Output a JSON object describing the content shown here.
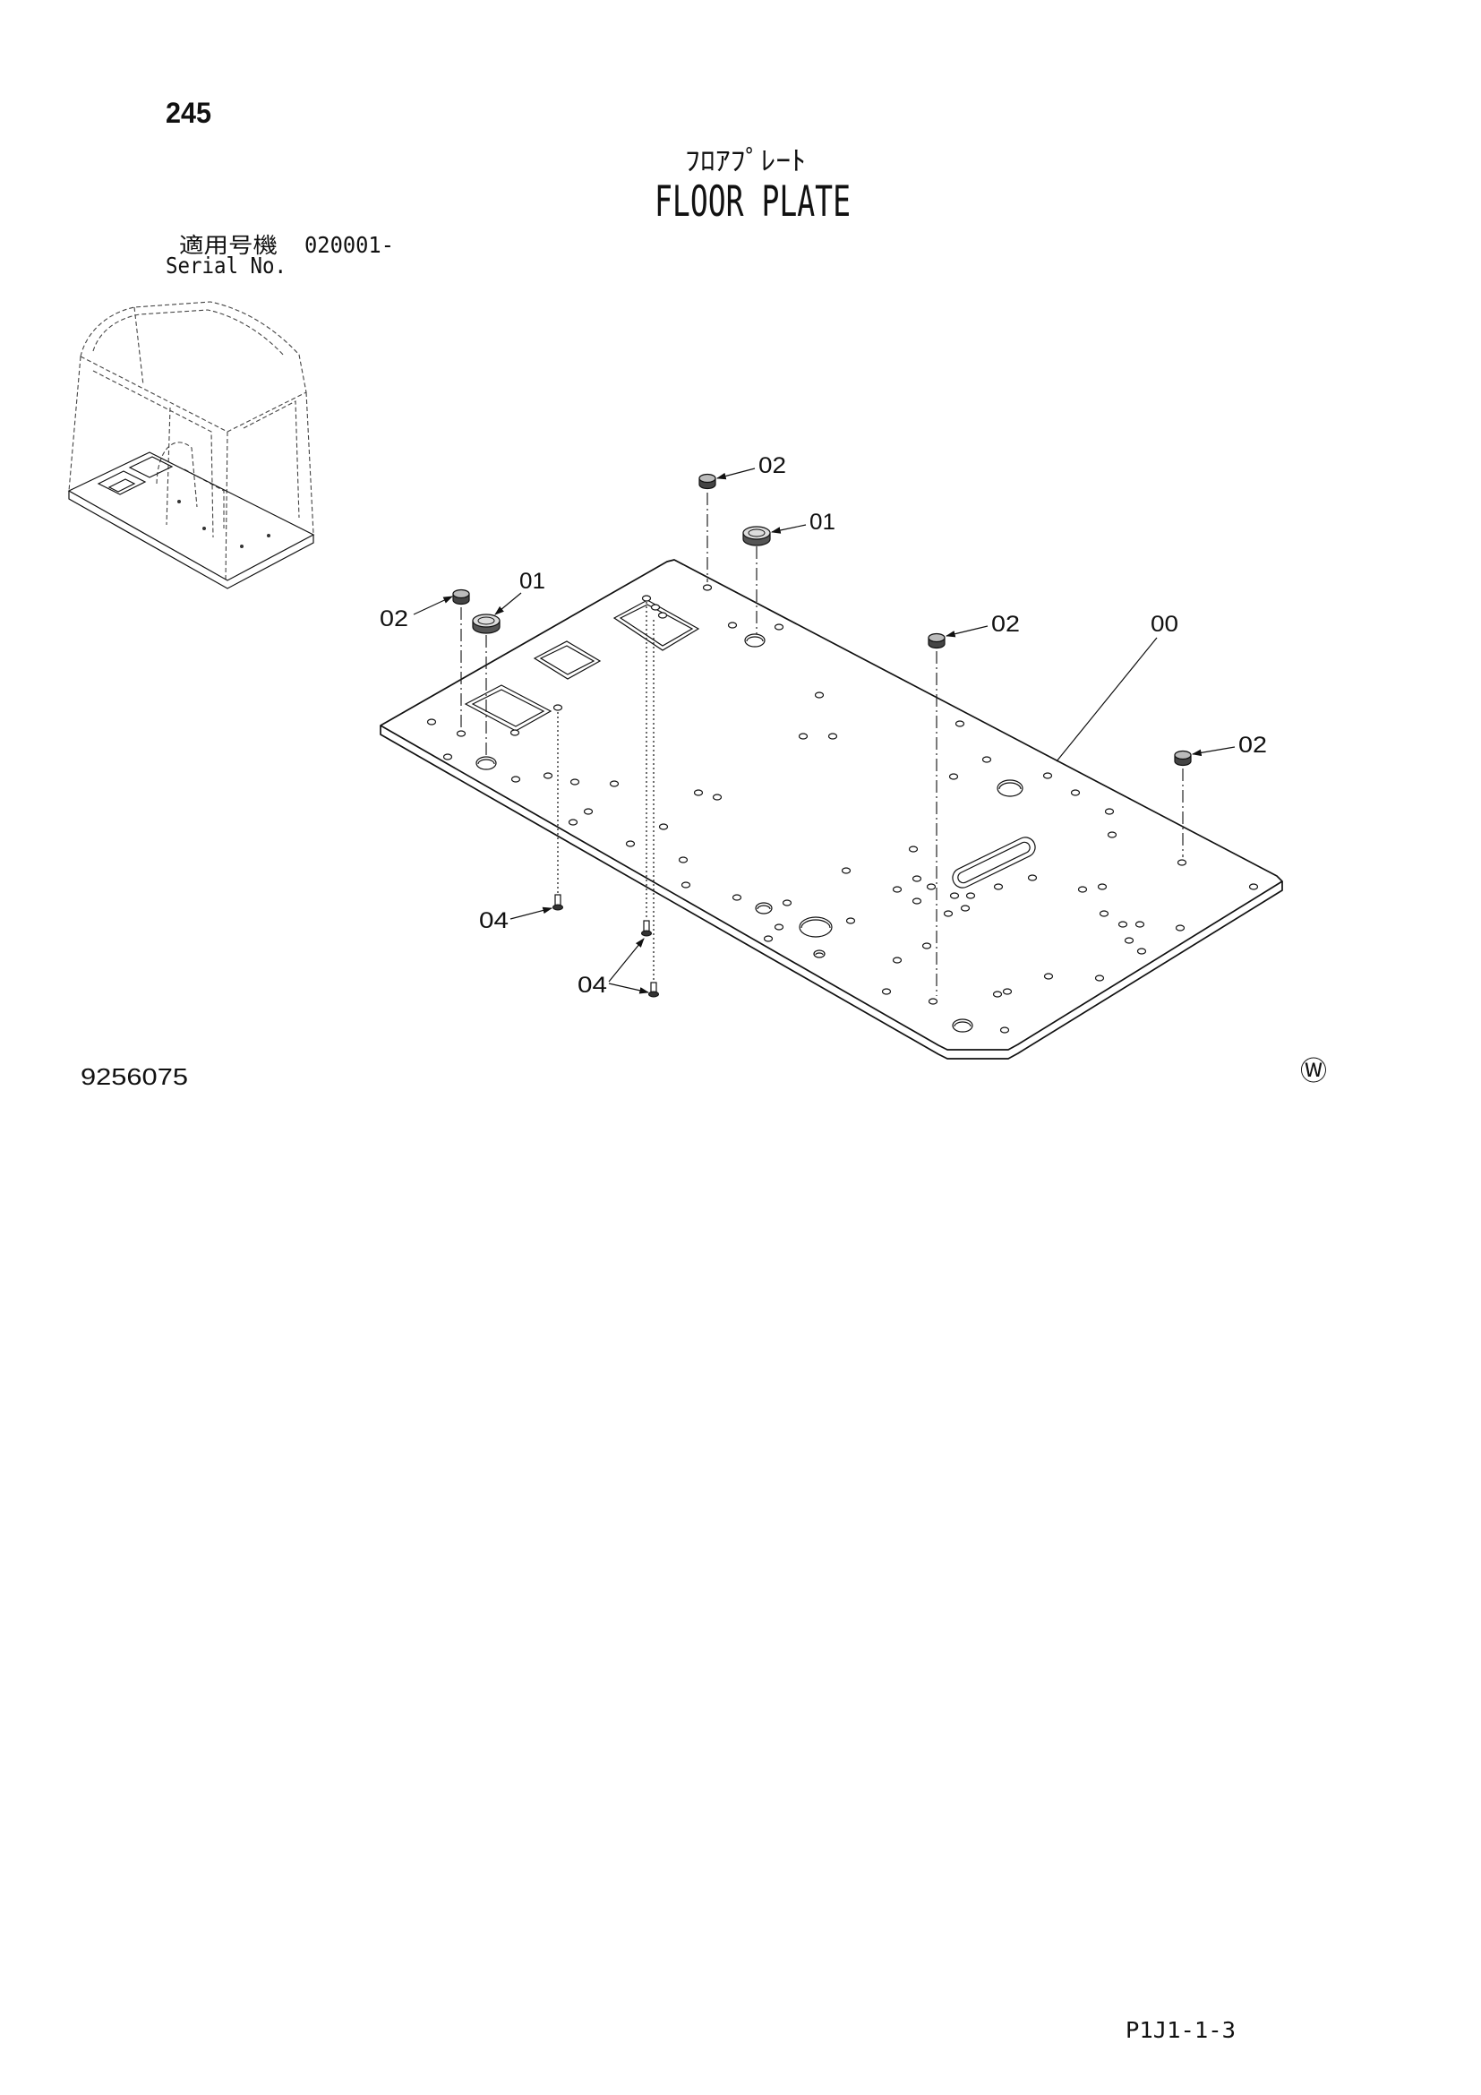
{
  "page": {
    "page_number": "245",
    "title_ja": "ﾌﾛｱﾌﾟﾚｰﾄ",
    "title_en": "FLOOR PLATE",
    "serial_label_ja": "適用号機",
    "serial_value": "020001-",
    "serial_label_en": "Serial No.",
    "drawing_number": "9256075",
    "mark": "Ⓦ",
    "page_code": "P1J1-1-3"
  },
  "callouts": {
    "cap_small_top": "02",
    "cap_large_top": "01",
    "cap_small_left": "02",
    "cap_large_left": "01",
    "cap_small_mid": "02",
    "floor_plate": "00",
    "cap_small_right": "02",
    "screw_left": "04",
    "screw_pair": "04"
  }
}
